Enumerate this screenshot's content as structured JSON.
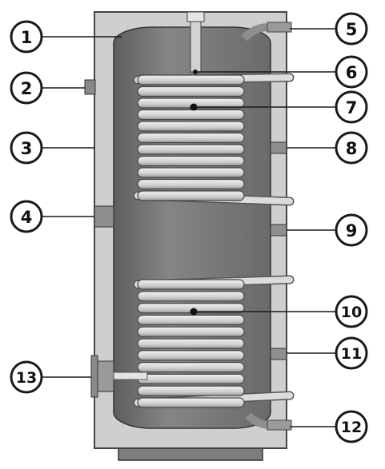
{
  "figure": {
    "type": "indirect water heater cutaway with two heat-exchanger coils",
    "colors": {
      "outer_casing": "#cfcfcf",
      "inner_tank": "#7a7a7a",
      "coil": "#d6d6d6",
      "pipe": "#9a9a9a",
      "outline": "#333333",
      "callout": "#1a1a1a"
    },
    "callouts": [
      "1",
      "2",
      "3",
      "4",
      "5",
      "6",
      "7",
      "8",
      "9",
      "10",
      "11",
      "12",
      "13"
    ]
  }
}
